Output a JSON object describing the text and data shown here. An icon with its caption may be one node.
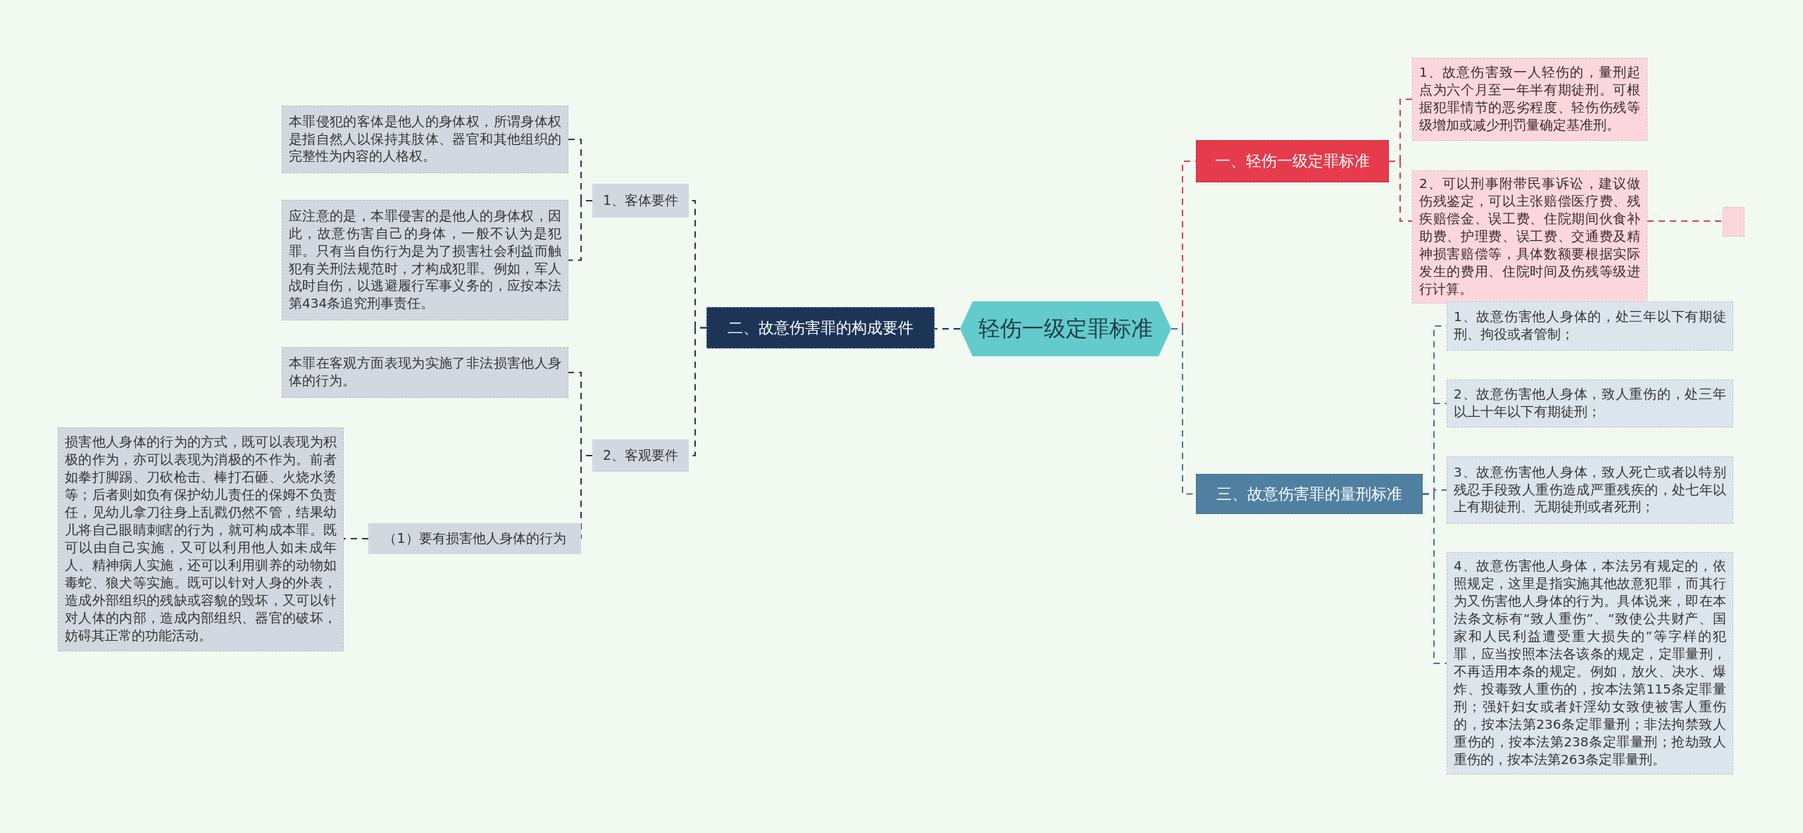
{
  "diagram": {
    "nodes": [
      {
        "text": [
          "轻伤一级定罪标准"
        ]
      },
      {
        "text": [
          "一、轻伤一级定罪标准"
        ]
      },
      {
        "text": [
          "1、故意伤害致一人轻伤的，量刑起点为六个月至一年半有期徒刑。可根据犯罪情节的恶劣程度、轻伤伤残等级增加或减少刑罚量确定基准刑。"
        ]
      },
      {
        "text": [
          "2、可以刑事附带民事诉讼，建议做伤残鉴定，可以主张赔偿医疗费、残疾赔偿金、误工费、住院期间伙食补助费、护理费、误工费、交通费及精神损害赔偿等，具体数额要根据实际发生的费用、住院时间及伤残等级进行计算。"
        ]
      },
      {
        "text": [],
        "shape": "box"
      },
      {
        "text": [
          "三、故意伤害罪的量刑标准"
        ]
      },
      {
        "text": [
          "1、故意伤害他人身体的，处三年以下有期徒刑、拘役或者管制；"
        ]
      },
      {
        "text": [
          "2、故意伤害他人身体，致人重伤的，处三年以上十年以下有期徒刑；"
        ]
      },
      {
        "text": [
          "3、故意伤害他人身体，致人死亡或者以特别残忍手段致人重伤造成严重残疾的，处七年以上有期徒刑、无期徒刑或者死刑；"
        ]
      },
      {
        "text": [
          "4、故意伤害他人身体，本法另有规定的，依照规定，这里是指实施其他故意犯罪，而其行为又伤害他人身体的行为。具体说来，即在本法条文标有“致人重伤”、“致使公共财产、国家和人民利益遭受重大损失的”等字样的犯罪，应当按照本法各该条的规定，定罪量刑，不再适用本条的规定。例如，放火、决水、爆炸、投毒致人重伤的，按本法第115条定罪量刑；强奸妇女或者奸淫幼女致使被害人重伤的，按本法第236条定罪量刑；非法拘禁致人重伤的，按本法第238条定罪量刑；抢劫致人重伤的，按本法第263条定罪量刑。"
        ]
      },
      {
        "text": [
          "二、故意伤害罪的构成要件"
        ]
      },
      {
        "text": [
          "1、客体要件"
        ]
      },
      {
        "text": [
          "本罪侵犯的客体是他人的身体权，所谓身体权是指自然人以保持其肢体、器官和其他组织的完整性为内容的人格权。"
        ]
      },
      {
        "text": [
          "应注意的是，本罪侵害的是他人的身体权，因此，故意伤害自己的身体，一般不认为是犯罪。只有当自伤行为是为了损害社会利益而触犯有关刑法规范时，才构成犯罪。例如，军人战时自伤，以逃避履行军事义务的，应按本法第434条追究刑事责任。"
        ]
      },
      {
        "text": [
          "2、客观要件"
        ]
      },
      {
        "text": [
          "本罪在客观方面表现为实施了非法损害他人身体的行为。"
        ]
      },
      {
        "text": [
          "（1）要有损害他人身体的行为"
        ]
      },
      {
        "text": [
          "损害他人身体的行为的方式，既可以表现为积极的作为，亦可以表现为消极的不作为。前者如拳打脚踢、刀砍枪击、棒打石砸、火烧水烫等；后者则如负有保护幼儿责任的保姆不负责任，见幼儿拿刀往身上乱戳仍然不管，结果幼儿将自己眼睛刺瞎的行为，就可构成本罪。既可以由自己实施，又可以利用他人如未成年人、精神病人实施，还可以利用驯养的动物如毒蛇、狼犬等实施。既可以针对人身的外表，造成外部组织的残缺或容貌的毁坏，又可以针对人体的内部，造成内部组织、器官的破坏，妨碍其正常的功能活动。"
        ]
      }
    ],
    "edges": [
      {
        "from": 0,
        "to": 1,
        "arrow": "none",
        "style": "dashed",
        "color": "#d9434f"
      },
      {
        "from": 0,
        "to": 5,
        "arrow": "none",
        "style": "dashed",
        "color": "#4a7896"
      },
      {
        "from": 0,
        "to": 10,
        "arrow": "none",
        "style": "dashed",
        "color": "#1c3557"
      },
      {
        "from": 1,
        "to": 2,
        "arrow": "none",
        "style": "dashed",
        "color": "#d9434f"
      },
      {
        "from": 1,
        "to": 3,
        "arrow": "none",
        "style": "dashed",
        "color": "#d9434f"
      },
      {
        "from": 3,
        "to": 4,
        "arrow": "none",
        "style": "dashed",
        "color": "#d9434f"
      },
      {
        "from": 5,
        "to": 6,
        "arrow": "none",
        "style": "dashed",
        "color": "#4a7896"
      },
      {
        "from": 5,
        "to": 7,
        "arrow": "none",
        "style": "dashed",
        "color": "#4a7896"
      },
      {
        "from": 5,
        "to": 8,
        "arrow": "none",
        "style": "dashed",
        "color": "#4a7896"
      },
      {
        "from": 5,
        "to": 9,
        "arrow": "none",
        "style": "dashed",
        "color": "#4a7896"
      },
      {
        "from": 10,
        "to": 11,
        "arrow": "none",
        "style": "dashed",
        "color": "#2b3a52"
      },
      {
        "from": 10,
        "to": 14,
        "arrow": "none",
        "style": "dashed",
        "color": "#2b3a52"
      },
      {
        "from": 11,
        "to": 12,
        "arrow": "none",
        "style": "dashed",
        "color": "#2b3a52"
      },
      {
        "from": 11,
        "to": 13,
        "arrow": "none",
        "style": "dashed",
        "color": "#2b3a52"
      },
      {
        "from": 14,
        "to": 15,
        "arrow": "none",
        "style": "dashed",
        "color": "#2b3a52"
      },
      {
        "from": 14,
        "to": 16,
        "arrow": "none",
        "style": "dashed",
        "color": "#2b3a52"
      },
      {
        "from": 16,
        "to": 17,
        "arrow": "none",
        "style": "dashed",
        "color": "#2b3a52"
      }
    ]
  }
}
